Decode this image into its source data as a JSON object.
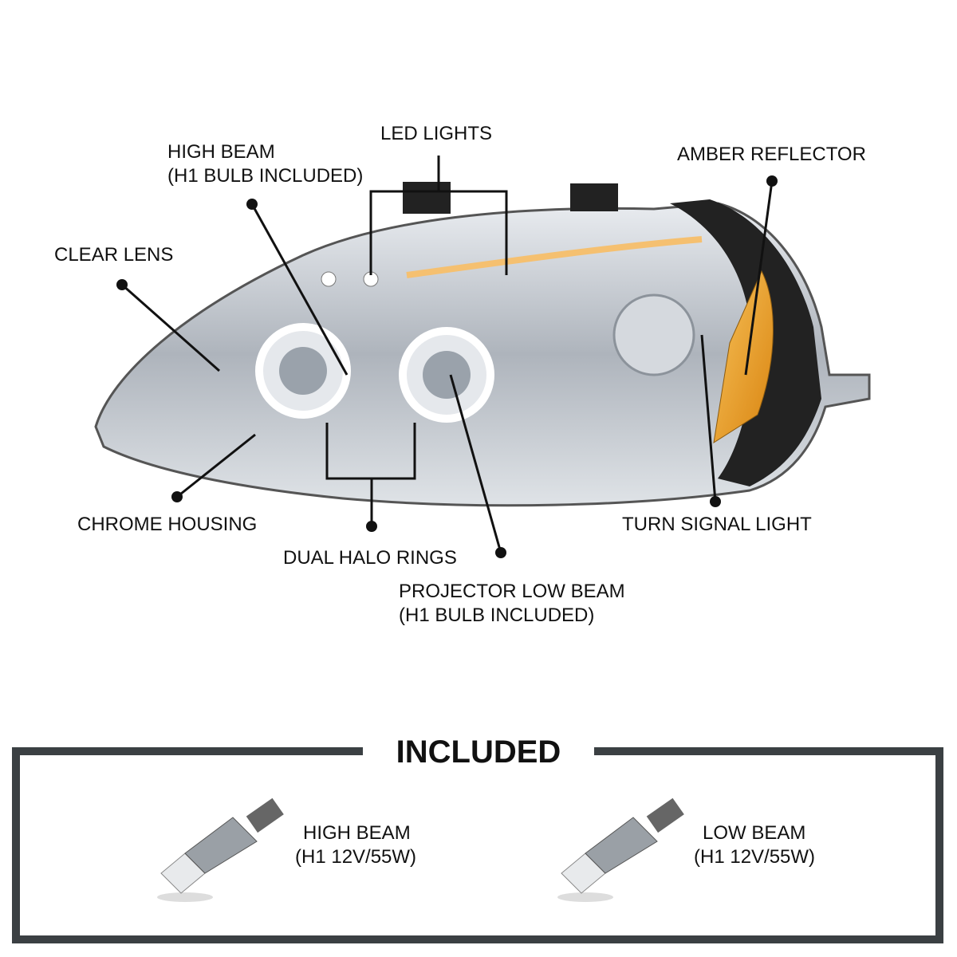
{
  "callouts": {
    "led_lights": "LED LIGHTS",
    "high_beam": [
      "HIGH BEAM",
      "(H1 BULB INCLUDED)"
    ],
    "clear_lens": "CLEAR LENS",
    "amber_reflector": "AMBER REFLECTOR",
    "chrome_housing": "CHROME HOUSING",
    "dual_halo_rings": "DUAL HALO RINGS",
    "projector_low_beam": [
      "PROJECTOR LOW BEAM",
      "(H1 BULB INCLUDED)"
    ],
    "turn_signal_light": "TURN SIGNAL LIGHT"
  },
  "included": {
    "title": "INCLUDED",
    "items": [
      {
        "name": "HIGH BEAM",
        "spec": "(H1 12V/55W)"
      },
      {
        "name": "LOW BEAM",
        "spec": "(H1 12V/55W)"
      }
    ]
  },
  "colors": {
    "border": "#3b4043",
    "amber": "#f0a020",
    "chrome": "#c8ccd2"
  }
}
